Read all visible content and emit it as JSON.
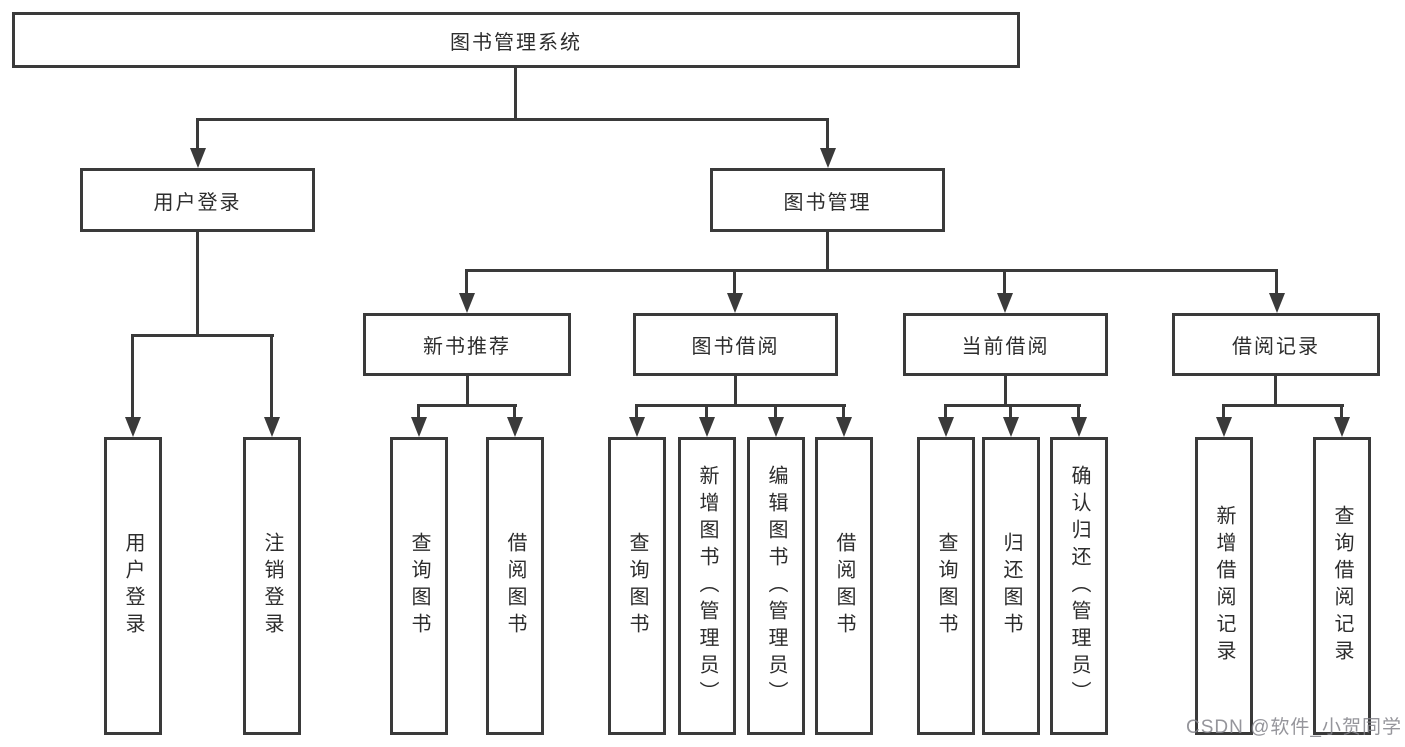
{
  "diagram_type": "hierarchy",
  "colors": {
    "line": "#3a3a3a",
    "box_border": "#3a3a3a",
    "text": "#2d2d2d",
    "background": "#ffffff",
    "watermark": "#82828a"
  },
  "nodes": {
    "root": {
      "label": "图书管理系统"
    },
    "level2": [
      {
        "label": "用户登录"
      },
      {
        "label": "图书管理"
      }
    ],
    "level3": [
      {
        "label": "新书推荐",
        "parent": "图书管理"
      },
      {
        "label": "图书借阅",
        "parent": "图书管理"
      },
      {
        "label": "当前借阅",
        "parent": "图书管理"
      },
      {
        "label": "借阅记录",
        "parent": "图书管理"
      }
    ],
    "leaves": [
      {
        "label": "用户登录",
        "parent": "用户登录"
      },
      {
        "label": "注销登录",
        "parent": "用户登录"
      },
      {
        "label": "查询图书",
        "parent": "新书推荐"
      },
      {
        "label": "借阅图书",
        "parent": "新书推荐"
      },
      {
        "label": "查询图书",
        "parent": "图书借阅"
      },
      {
        "label": "新增图书（管理员）",
        "parent": "图书借阅"
      },
      {
        "label": "编辑图书（管理员）",
        "parent": "图书借阅"
      },
      {
        "label": "借阅图书",
        "parent": "图书借阅"
      },
      {
        "label": "查询图书",
        "parent": "当前借阅"
      },
      {
        "label": "归还图书",
        "parent": "当前借阅"
      },
      {
        "label": "确认归还（管理员）",
        "parent": "当前借阅"
      },
      {
        "label": "新增借阅记录",
        "parent": "借阅记录"
      },
      {
        "label": "查询借阅记录",
        "parent": "借阅记录"
      }
    ]
  },
  "watermark": {
    "text": "CSDN @软件_小贺同学"
  }
}
